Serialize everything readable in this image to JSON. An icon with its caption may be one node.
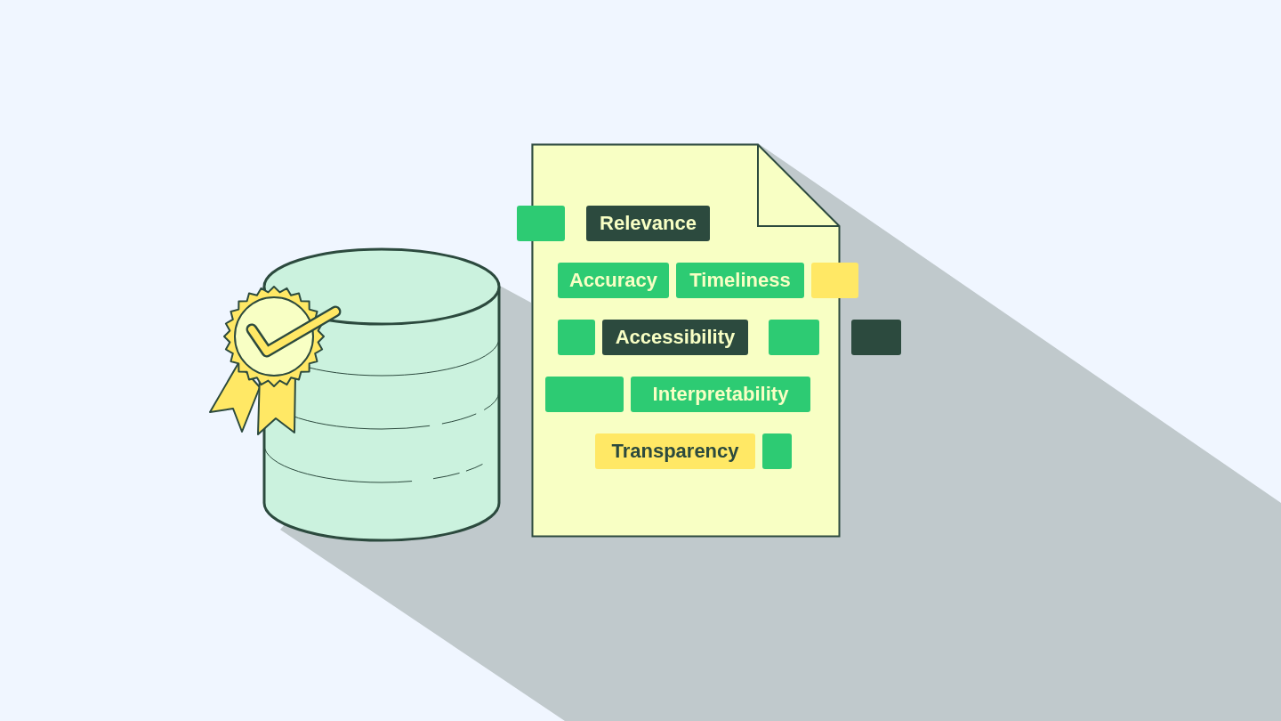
{
  "diagram": {
    "nodes": [
      {
        "text": [],
        "shape": "box"
      },
      {
        "text": [],
        "shape": "box"
      },
      {
        "text": [
          "Relevance"
        ],
        "in": 0
      },
      {
        "text": [
          "Accuracy"
        ],
        "in": 0
      },
      {
        "text": [
          "Timeliness"
        ],
        "in": 0
      },
      {
        "text": [],
        "shape": "box"
      },
      {
        "text": [],
        "shape": "box",
        "in": 0
      },
      {
        "text": [
          "Accessibility"
        ],
        "in": 0
      },
      {
        "text": [],
        "shape": "box",
        "in": 0
      },
      {
        "text": [],
        "shape": "box"
      },
      {
        "text": [],
        "shape": "box",
        "in": 0
      },
      {
        "text": [
          "Interpretability"
        ],
        "in": 0
      },
      {
        "text": [
          "Transparency"
        ],
        "in": 0
      },
      {
        "text": [],
        "shape": "box",
        "in": 0
      }
    ]
  }
}
